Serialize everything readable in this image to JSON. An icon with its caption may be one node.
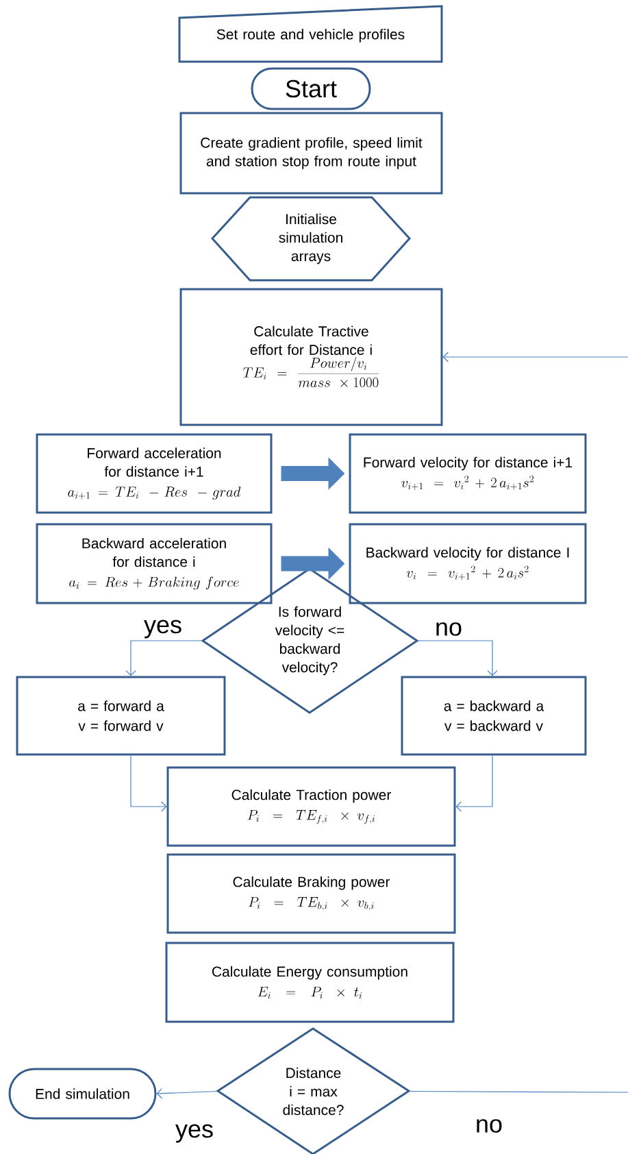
{
  "diagram": {
    "nodes": [
      {
        "text": [
          "Set route and vehicle profiles"
        ]
      },
      {
        "text": [
          "Start"
        ]
      },
      {
        "text": [
          "Create gradient profile, speed limit and station stop from route input"
        ]
      },
      {
        "text": [
          "Initialise simulation arrays"
        ]
      },
      {
        "text": [
          "Calculate Tractive effort for Distance i",
          "TE_i = \\frac{Power/v_i}{mass\\ \\times 1000}"
        ]
      },
      {
        "text": [
          "Forward acceleration for distance i+1",
          "a_{i+1} = TE_i\\ - Res\\ - grad"
        ]
      },
      {
        "text": [
          "Forward velocity for distance i+1",
          "v_{i+1} = {v_i}^2 + 2\\, a_{i+1} s^2"
        ]
      },
      {
        "text": [
          "Backward acceleration for distance i",
          "a_i = Res + Braking\\ force"
        ]
      },
      {
        "text": [
          "Backward velocity for distance I",
          "v_i = {v_{i+1}}^2 + 2\\, a_i s^2"
        ]
      },
      {
        "text": [
          "Is forward velocity <= backward velocity?"
        ]
      },
      {
        "text": [
          "a = forward a",
          "v = forward v"
        ]
      },
      {
        "text": [
          "a = backward a",
          "v = backward v"
        ]
      },
      {
        "text": [
          "Calculate Traction power",
          "P_i = TE_{f,i}\\ \\times v_{f,i}"
        ]
      },
      {
        "text": [
          "Calculate Braking power",
          "P_i = TE_{b,i}\\ \\times v_{b,i}"
        ]
      },
      {
        "text": [
          "Calculate Energy consumption",
          "E_i = P_i\\ \\times t_i"
        ]
      },
      {
        "text": [
          "Distance i = max distance?"
        ]
      },
      {
        "text": [
          "End simulation"
        ]
      }
    ],
    "edges": [
      {
        "from": 5,
        "to": 6,
        "arrow": "to",
        "style": "thick"
      },
      {
        "from": 7,
        "to": 8,
        "arrow": "to",
        "style": "thick"
      },
      {
        "from": 9,
        "to": 10,
        "arrow": "to",
        "label": "yes"
      },
      {
        "from": 9,
        "to": 11,
        "arrow": "to",
        "label": "no"
      },
      {
        "from": 10,
        "to": 12,
        "arrow": "to"
      },
      {
        "from": 11,
        "to": 12,
        "arrow": "to"
      },
      {
        "from": 15,
        "to": 16,
        "arrow": "to",
        "label": "yes"
      },
      {
        "from": 15,
        "to": null,
        "arrow": "none",
        "label": "no"
      },
      {
        "from": null,
        "to": 4,
        "arrow": "to"
      }
    ]
  }
}
